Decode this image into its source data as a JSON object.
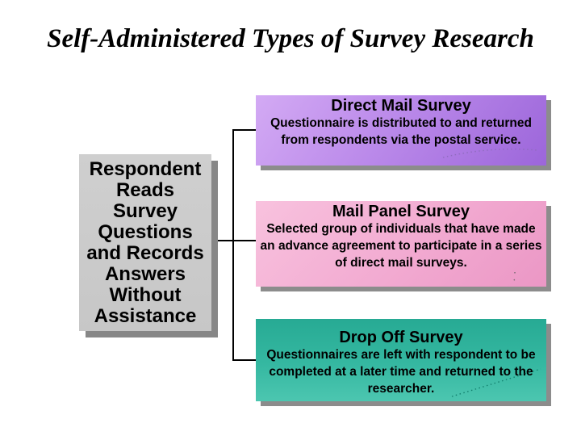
{
  "slide": {
    "title": "Self-Administered Types of Survey Research",
    "background_color": "#ffffff"
  },
  "left_box": {
    "full_text": "Respondent Reads Survey Questions and Records Answers Without Assistance",
    "lines": [
      "Respondent",
      "Reads",
      "Survey",
      "Questions",
      "and Records",
      "Answers",
      "Without",
      "Assistance"
    ],
    "background_color": "#c9c9c9",
    "shadow_color": "#878787"
  },
  "survey_boxes": [
    {
      "title": "Direct Mail Survey",
      "description": "Questionnaire is distributed to and returned from respondents via the postal service.",
      "color_light": "#d3aaf4",
      "color_dark": "#9c66da"
    },
    {
      "title": "Mail Panel Survey",
      "description": "Selected group of individuals that have made an advance agreement to participate in a series of direct mail surveys.",
      "color_light": "#f8c2de",
      "color_dark": "#eb97c5"
    },
    {
      "title": "Drop Off Survey",
      "description": "Questionnaires are left with respondent to be completed at a later time and returned to the researcher.",
      "color_light": "#4cc6b0",
      "color_dark": "#27aa94"
    }
  ],
  "connector_color": "#000000",
  "text_color": "#000000"
}
